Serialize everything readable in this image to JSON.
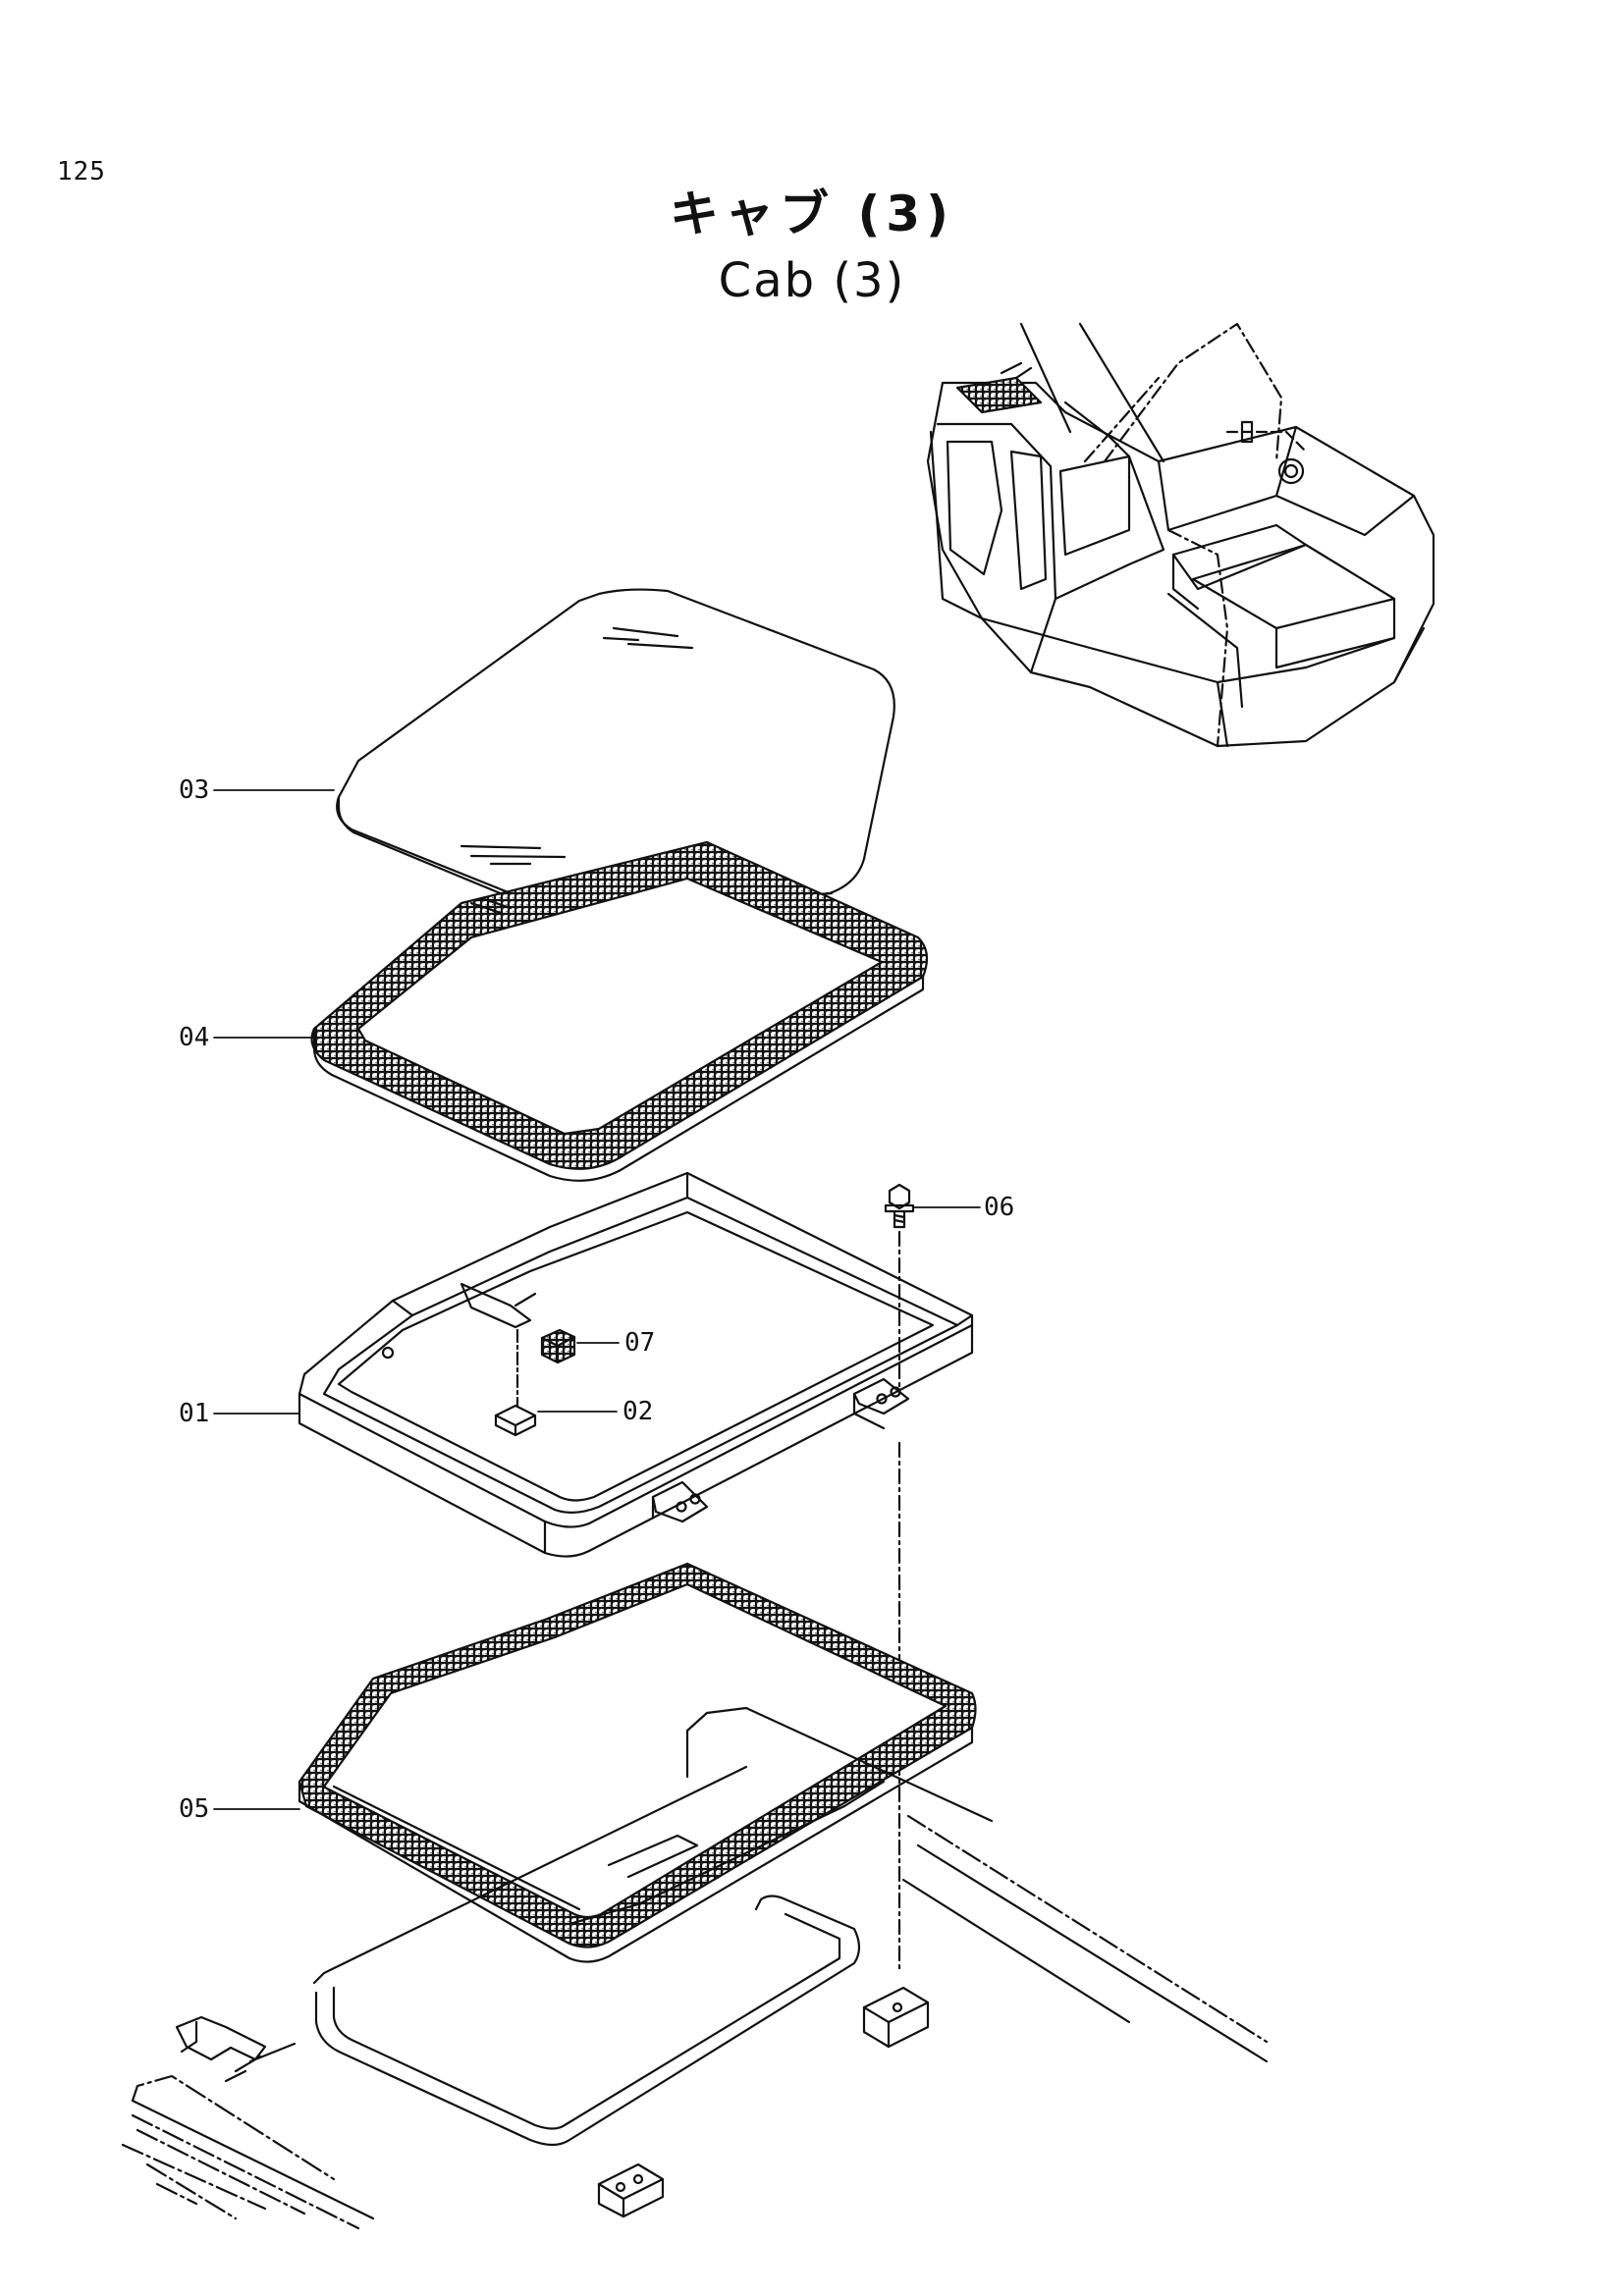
{
  "page": {
    "number": "125"
  },
  "title": {
    "ja": "キャブ (3)",
    "en": "Cab (3)"
  },
  "callouts": [
    {
      "id": "01"
    },
    {
      "id": "02"
    },
    {
      "id": "03"
    },
    {
      "id": "04"
    },
    {
      "id": "05"
    },
    {
      "id": "06"
    },
    {
      "id": "07"
    }
  ]
}
